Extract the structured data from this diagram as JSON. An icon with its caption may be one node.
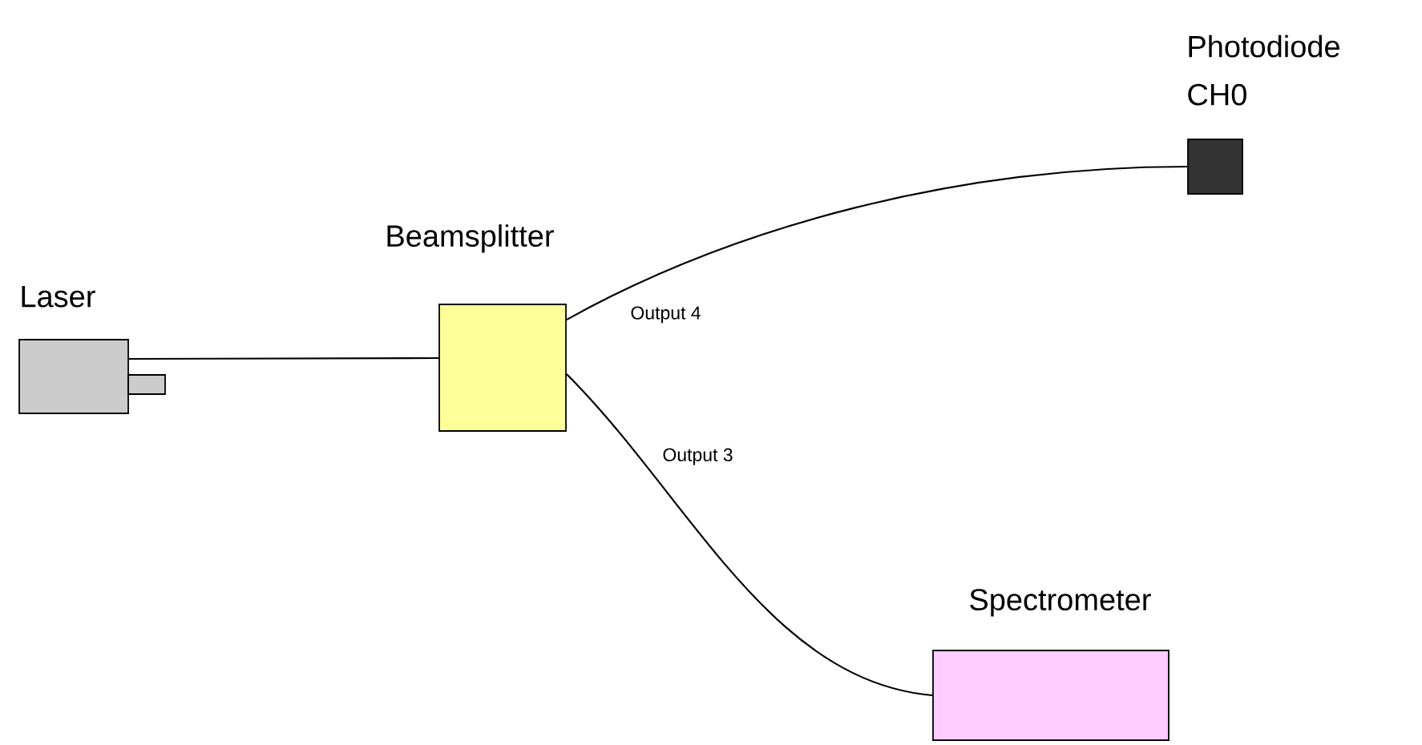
{
  "diagram": {
    "nodes": [
      {
        "text": [
          "Laser"
        ]
      },
      {
        "text": [
          "Beamsplitter"
        ]
      },
      {
        "text": [
          "Photodiode CH0"
        ]
      },
      {
        "text": [
          "Spectrometer"
        ]
      }
    ],
    "edges": [
      {
        "from": 0,
        "to": 1,
        "arrow": "none"
      },
      {
        "from": 1,
        "to": 2,
        "arrow": "none",
        "label": "Output 4"
      },
      {
        "from": 1,
        "to": 3,
        "arrow": "none",
        "label": "Output 3"
      }
    ]
  }
}
